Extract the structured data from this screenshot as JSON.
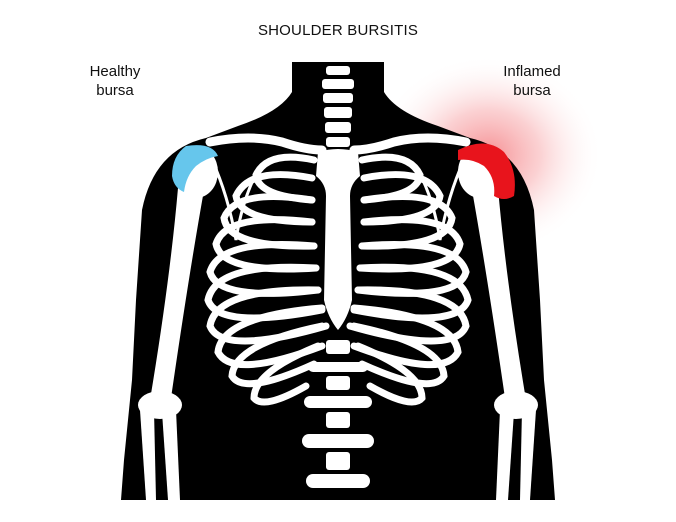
{
  "title": "SHOULDER BURSITIS",
  "labels": {
    "healthy": [
      "Healthy",
      "bursa"
    ],
    "inflamed": [
      "Inflamed",
      "bursa"
    ]
  },
  "colors": {
    "body": "#000000",
    "bone": "#ffffff",
    "healthy_bursa": "#66c6ec",
    "inflamed_bursa": "#e8141c",
    "inflammation_glow": "#f47c80"
  }
}
